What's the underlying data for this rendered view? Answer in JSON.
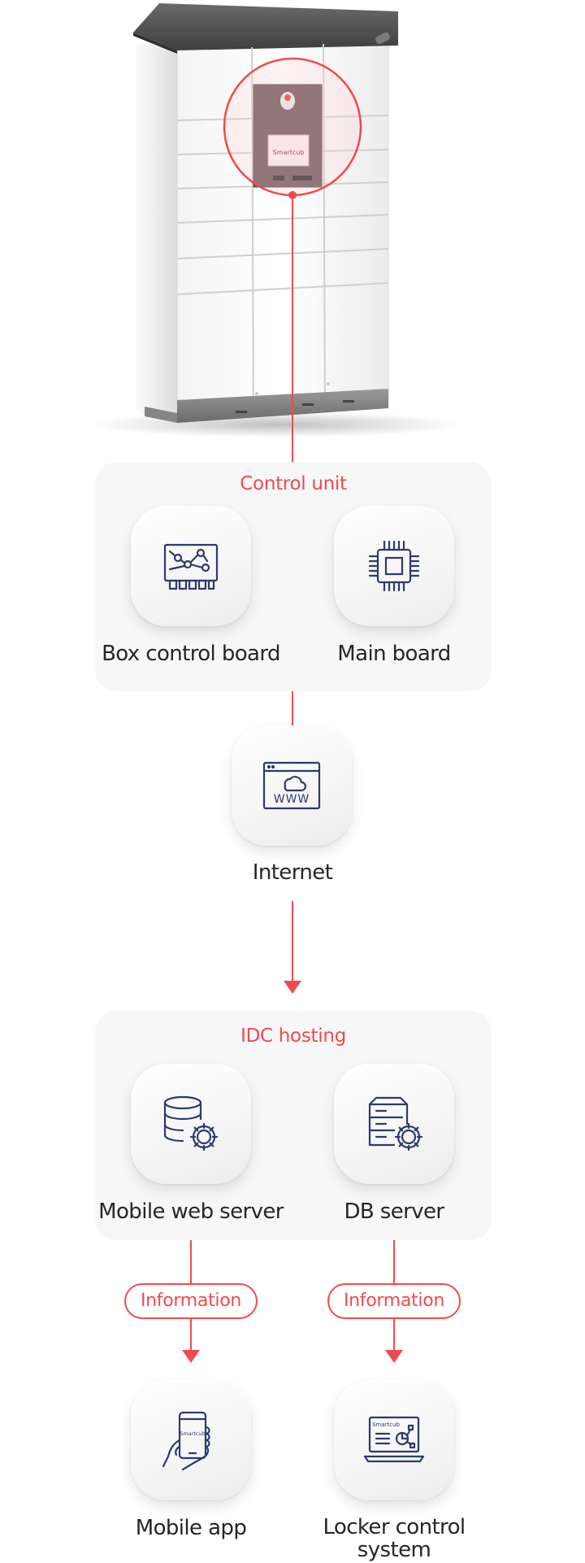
{
  "locker": {
    "brand": "Smartcub"
  },
  "control_unit": {
    "title": "Control unit",
    "nodes": [
      {
        "label": "Box control board",
        "icon": "circuit-board-icon"
      },
      {
        "label": "Main board",
        "icon": "cpu-chip-icon"
      }
    ]
  },
  "internet": {
    "label": "Internet",
    "icon": "www-cloud-icon",
    "www": "WWW"
  },
  "idc_hosting": {
    "title": "IDC hosting",
    "nodes": [
      {
        "label": "Mobile web server",
        "icon": "database-gear-icon"
      },
      {
        "label": "DB server",
        "icon": "server-gear-icon"
      }
    ]
  },
  "links": [
    {
      "label": "Information"
    },
    {
      "label": "Information"
    }
  ],
  "clients": [
    {
      "label": "Mobile app",
      "icon": "hand-phone-icon",
      "brand": "Smartcub"
    },
    {
      "label_line1": "Locker control",
      "label_line2": "system",
      "icon": "laptop-dashboard-icon",
      "brand": "Smartcub"
    }
  ],
  "colors": {
    "accent": "#ef4b4f",
    "icon_stroke": "#2d3a6b",
    "panel": "#f7f7f7"
  }
}
